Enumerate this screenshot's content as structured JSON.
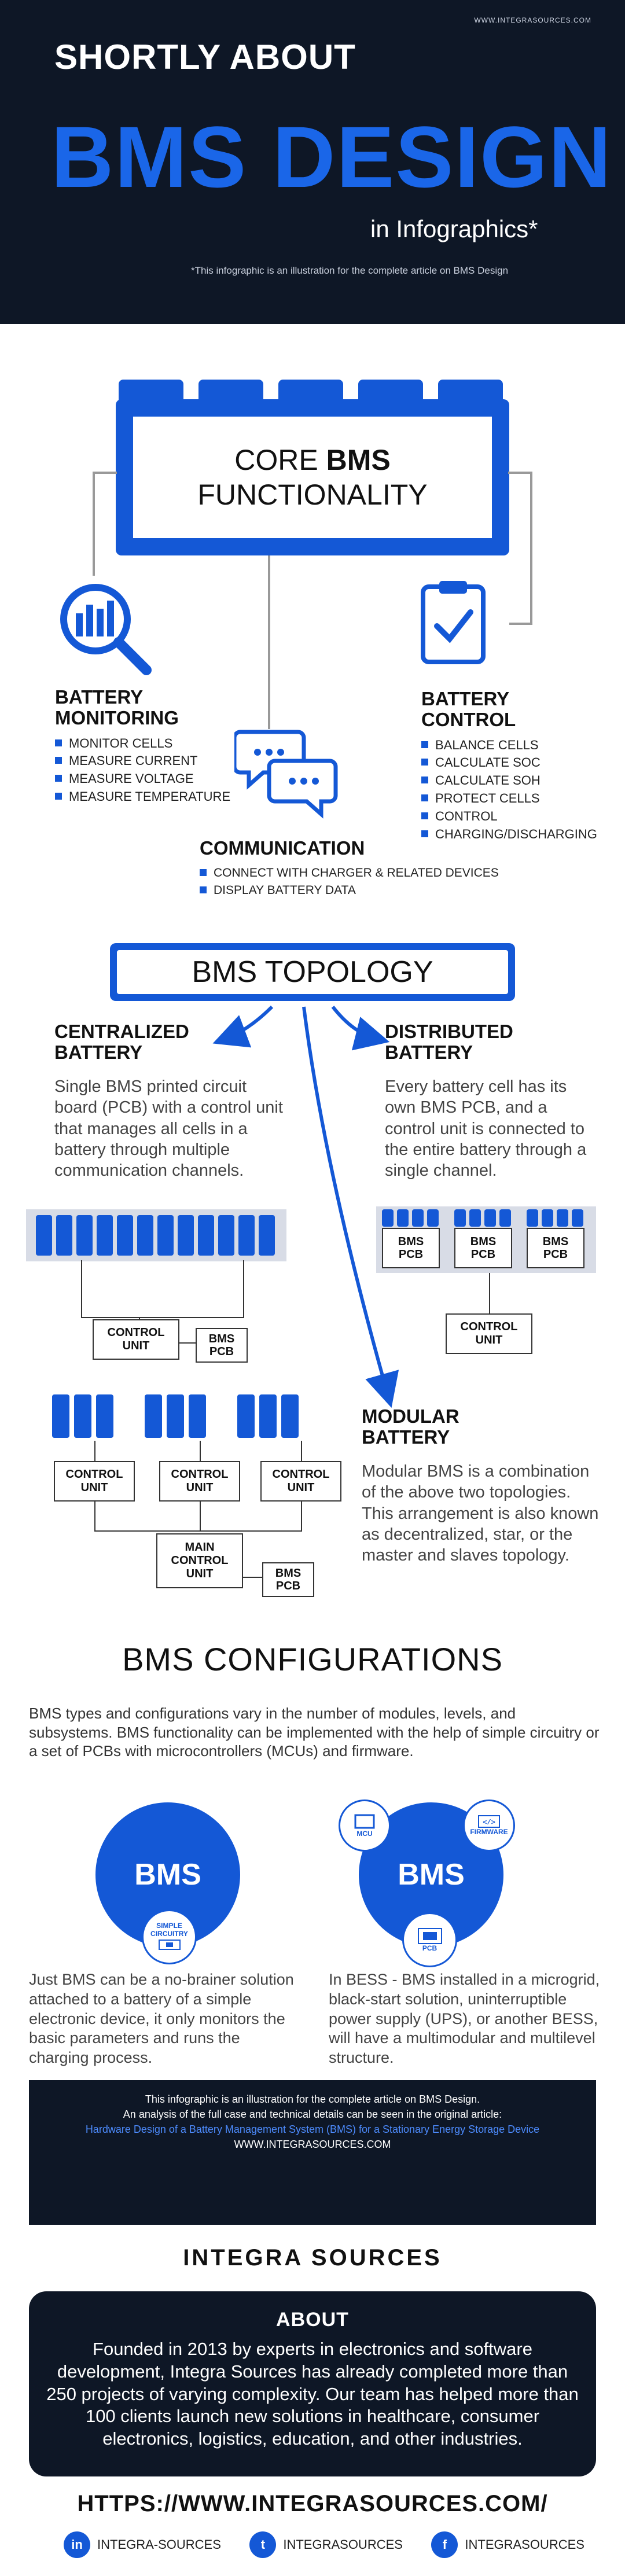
{
  "header": {
    "url": "WWW.INTEGRASOURCES.COM",
    "title_line1": "SHORTLY ABOUT",
    "title_line2": "BMS DESIGN",
    "title_line3": "in Infographics*",
    "note": "*This infographic is an illustration for the complete article on BMS Design"
  },
  "core": {
    "line1_a": "CORE ",
    "line1_b": "BMS",
    "line2": "FUNCTIONALITY"
  },
  "monitoring": {
    "title1": "BATTERY",
    "title2": "MONITORING",
    "items": [
      "MONITOR CELLS",
      "MEASURE CURRENT",
      "MEASURE VOLTAGE",
      "MEASURE TEMPERATURE"
    ]
  },
  "control": {
    "title1": "BATTERY",
    "title2": "CONTROL",
    "items": [
      "BALANCE CELLS",
      "CALCULATE SOC",
      "CALCULATE SOH",
      "PROTECT CELLS",
      "CONTROL",
      "CHARGING/DISCHARGING"
    ]
  },
  "communication": {
    "title": "COMMUNICATION",
    "items": [
      "CONNECT WITH CHARGER & RELATED DEVICES",
      "DISPLAY BATTERY DATA"
    ]
  },
  "topology": {
    "title": "BMS TOPOLOGY",
    "centralized": {
      "t1": "CENTRALIZED",
      "t2": "BATTERY",
      "desc": "Single BMS printed circuit board (PCB) with a control unit that manages all cells in a battery through multiple communication channels."
    },
    "distributed": {
      "t1": "DISTRIBUTED",
      "t2": "BATTERY",
      "desc": "Every battery cell has its own BMS PCB, and a control unit is connected to the entire battery through a single channel."
    },
    "modular": {
      "t1": "MODULAR",
      "t2": "BATTERY",
      "desc": "Modular BMS is a combination of the above two topologies. This arrangement is also known as decentralized, star, or the master and slaves topology."
    },
    "control_unit_a": "CONTROL",
    "control_unit_b": "UNIT",
    "bms": "BMS",
    "pcb": "PCB",
    "main": "MAIN"
  },
  "configs": {
    "title": "BMS CONFIGURATIONS",
    "intro": "BMS types and configurations vary in the number of modules, levels, and subsystems. BMS functionality can be implemented with the help of simple circuitry or a set of PCBs with microcontrollers (MCUs) and firmware.",
    "bms_label": "BMS",
    "simple_a": "SIMPLE",
    "simple_b": "CIRCUITRY",
    "mcu": "MCU",
    "firmware": "FIRMWARE",
    "pcb": "PCB",
    "left_desc": "Just BMS can be a no-brainer solution attached to a battery of a simple electronic device, it only monitors the basic parameters and runs the charging process.",
    "right_desc": "In BESS - BMS installed in a microgrid, black-start solution, uninterruptible power supply (UPS), or another BESS, will have a multimodular and multilevel structure."
  },
  "article": {
    "l1": "This infographic is an illustration for the complete article on BMS Design.",
    "l2": "An analysis of the full case and technical details can be seen in the original article:",
    "l3": "Hardware Design of a Battery Management System (BMS) for a Stationary Energy Storage Device",
    "l4": "WWW.INTEGRASOURCES.COM"
  },
  "brand": {
    "logo": "INTEGRA SOURCES"
  },
  "about": {
    "title": "ABOUT",
    "text": "Founded in 2013 by experts in electronics and software development, Integra Sources has already completed more than 250 projects of varying complexity. Our team has helped more than 100 clients launch new solutions in healthcare, consumer electronics, logistics, education, and other industries."
  },
  "footer": {
    "url": "HTTPS://WWW.INTEGRASOURCES.COM/",
    "social": [
      {
        "icon": "in",
        "label": "INTEGRA-SOURCES"
      },
      {
        "icon": "t",
        "label": "INTEGRASOURCES"
      },
      {
        "icon": "f",
        "label": "INTEGRASOURCES"
      }
    ]
  },
  "colors": {
    "navy": "#0e1726",
    "blue": "#1458d6"
  }
}
